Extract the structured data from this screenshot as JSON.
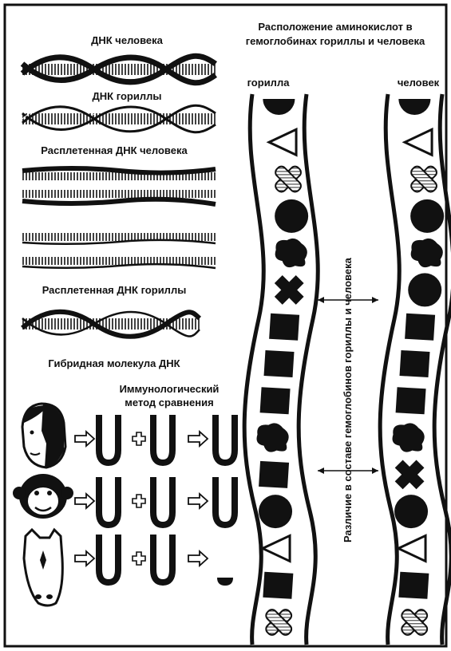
{
  "dna": {
    "human_dna": "ДНК человека",
    "gorilla_dna": "ДНК гориллы",
    "unwound_human": "Расплетенная ДНК человека",
    "unwound_gorilla": "Расплетенная ДНК гориллы",
    "hybrid": "Гибридная молекула ДНК"
  },
  "immuno": {
    "title_line1": "Иммунологический",
    "title_line2": "метод сравнения"
  },
  "hemoglobin": {
    "title_line1": "Расположение аминокислот в",
    "title_line2": "гемоглобинах гориллы и человека",
    "gorilla_label": "горилла",
    "human_label": "человек",
    "difference_label": "Различие в составе гемоглобинов гориллы и человека"
  },
  "sequences": {
    "gorilla": [
      "half-circle-icon",
      "triangle-icon",
      "hatched-cross-icon",
      "circle-icon",
      "blob-icon",
      "cross-icon",
      "square-icon",
      "square-icon",
      "square-icon",
      "blob-icon",
      "square-icon",
      "circle-icon",
      "triangle-icon",
      "square-icon",
      "hatched-cross-icon"
    ],
    "human": [
      "half-circle-icon",
      "triangle-icon",
      "hatched-cross-icon",
      "circle-icon",
      "blob-icon",
      "circle-icon",
      "square-icon",
      "square-icon",
      "square-icon",
      "blob-icon",
      "cross-icon",
      "circle-icon",
      "triangle-icon",
      "square-icon",
      "hatched-cross-icon"
    ]
  },
  "colors": {
    "ink": "#111111",
    "paper": "#ffffff"
  }
}
